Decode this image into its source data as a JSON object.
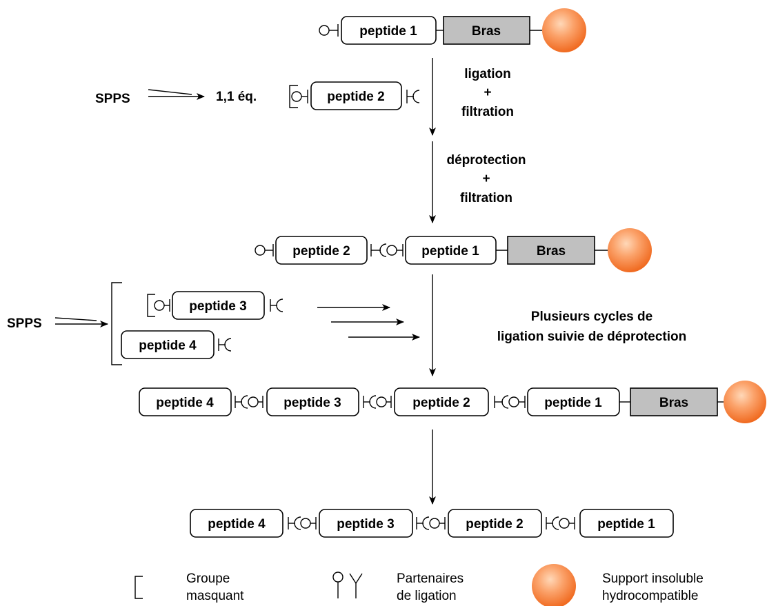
{
  "peptides": {
    "p1": "peptide 1",
    "p2": "peptide 2",
    "p3": "peptide 3",
    "p4": "peptide 4"
  },
  "bras": "Bras",
  "steps": {
    "ligation": "ligation",
    "plus": "+",
    "filtration": "filtration",
    "deprotection": "déprotection",
    "cycles_line1": "Plusieurs cycles de",
    "cycles_line2": "ligation suivie de déprotection"
  },
  "spps": "SPPS",
  "equiv": "1,1 éq.",
  "legend": {
    "masking_line1": "Groupe",
    "masking_line2": "masquant",
    "partners_line1": "Partenaires",
    "partners_line2": "de ligation",
    "support_line1": "Support insoluble",
    "support_line2": "hydrocompatible"
  },
  "colors": {
    "bras_fill": "#c0c0c0",
    "bead_light": "#ffd8b8",
    "bead_mid": "#fba26a",
    "bead_dark": "#f06a20"
  }
}
